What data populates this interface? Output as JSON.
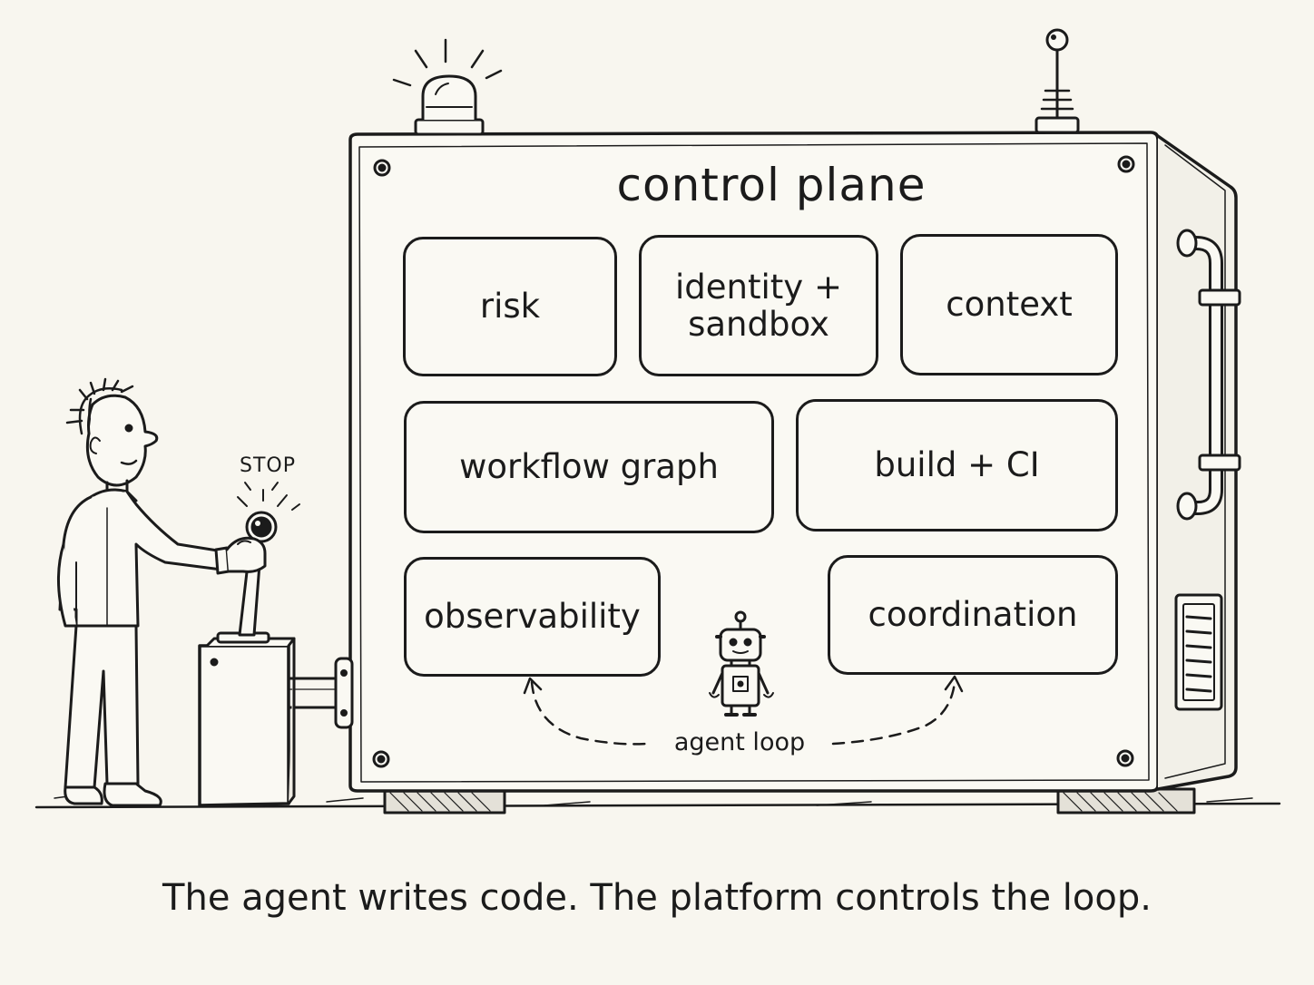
{
  "machine": {
    "title": "control plane"
  },
  "modules": {
    "risk": "risk",
    "identity_sandbox": "identity +\nsandbox",
    "context": "context",
    "workflow_graph": "workflow graph",
    "build_ci": "build + CI",
    "observability": "observability",
    "coordination": "coordination"
  },
  "lever": {
    "label": "STOP"
  },
  "agent": {
    "loop_label": "agent loop"
  },
  "caption": "The agent writes code. The platform controls the loop.",
  "colors": {
    "background": "#f8f6ef",
    "ink": "#1b1b1b"
  }
}
